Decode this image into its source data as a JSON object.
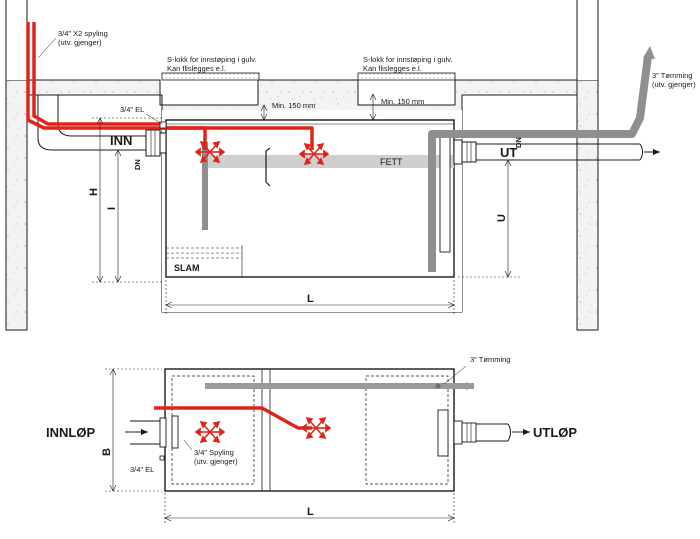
{
  "section_view": {
    "spyling_label_line1": "3/4\" X2 spyling",
    "spyling_label_line2": "(utv. gjenger)",
    "lid_left_line1": "S-lokk for innstøping i gulv.",
    "lid_left_line2": "Kan flislegges e.l.",
    "lid_right_line1": "S-lokk for innstøping i gulv.",
    "lid_right_line2": "Kan flislegges e.l.",
    "min_left": "Min. 150 mm",
    "min_right": "Min. 150 mm",
    "tomming_line1": "3\" Tømming",
    "tomming_line2": "(utv. gjenger)",
    "el_label": "3/4\" EL",
    "inn_label": "INN",
    "ut_label": "UT",
    "dn_left": "DN",
    "dn_right": "DN",
    "h_label": "H",
    "i_label": "I",
    "u_label": "U",
    "l_label": "L",
    "fett_label": "FETT",
    "slam_label": "SLAM"
  },
  "plan_view": {
    "tomming_label": "3\" Tømming",
    "innlop_label": "INNLØP",
    "utlop_label": "UTLØP",
    "b_label": "B",
    "l_label": "L",
    "el_label": "3/4\" EL",
    "spyling_line1": "3/4\" Spyling",
    "spyling_line2": "(utv. gjenger)"
  },
  "colors": {
    "red_pipe": "#e2231a",
    "grey_pipe": "#8f8f8f",
    "fett_band": "#cfcfcf",
    "concrete": "#f2f2f2",
    "outline": "#1a1a1a"
  }
}
